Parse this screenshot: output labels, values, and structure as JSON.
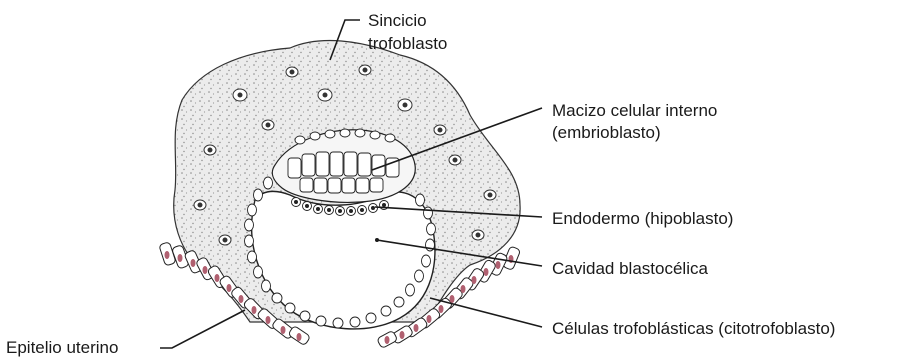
{
  "labels": {
    "sincicio_line1": "Sincicio",
    "sincicio_line2": "trofoblasto",
    "macizo_line1": "Macizo celular interno",
    "macizo_line2": "(embrioblasto)",
    "endodermo": "Endodermo (hipoblasto)",
    "cavidad": "Cavidad blastocélica",
    "celulas": "Células trofoblásticas (citotrofoblasto)",
    "epitelio": "Epitelio uterino"
  },
  "colors": {
    "line": "#1a1a1a",
    "tissue_fill": "#e9e9e9",
    "stipple": "#8a8a8a",
    "nucleus_uterine": "#b06070",
    "cell_outline": "#222222"
  }
}
